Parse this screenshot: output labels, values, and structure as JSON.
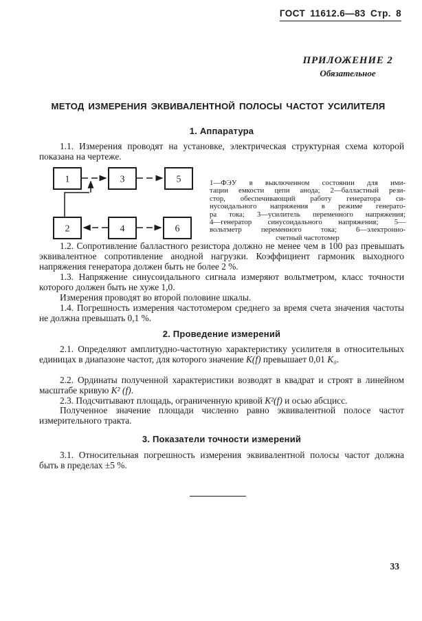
{
  "colors": {
    "ink": "#1b1b1b",
    "paper": "#ffffff"
  },
  "header": {
    "text": "ГОСТ 11612.6—83 Стр. 8"
  },
  "appendix": {
    "line1": "ПРИЛОЖЕНИЕ 2",
    "line2": "Обязательное"
  },
  "title": "МЕТОД ИЗМЕРЕНИЯ ЭКВИВАЛЕНТНОЙ ПОЛОСЫ ЧАСТОТ УСИЛИТЕЛЯ",
  "section1": {
    "heading": "1. Аппаратура",
    "p11": "1.1. Измерения проводят на установке, электрическая структурная схема которой показана на чертеже.",
    "p12": "1.2. Сопротивление балластного резистора должно не менее чем в 100 раз превышать эквивалентное сопротивление анодной нагрузки. Коэффициент гармоник выходного напряжения генератора должен быть не более 2 %.",
    "p13": "1.3. Напряжение синусоидального сигнала измеряют вольтметром, класс точности которого должен быть не хуже 1,0.",
    "p13a": "Измерения проводят во второй половине шкалы.",
    "p14": "1.4. Погрешность измерения частотомером среднего за время счета значения частоты не должна превышать 0,1 %."
  },
  "figure": {
    "boxes": [
      "1",
      "3",
      "5",
      "2",
      "4",
      "6"
    ],
    "legend_lines": [
      "1—ФЭУ в выключенном состоянии для ими-",
      "тации емкости цепи анода; 2—балластный рези-",
      "стор, обеспечивающий работу генератора си-",
      "нусоидального напряжения в режиме генерато-",
      "ра тока; 3—усилитель переменного напряжения;",
      "4—генератор синусоидального напряжения; 5—",
      "вольтметр переменного тока; 6—электронно-",
      "счетный частотомер"
    ]
  },
  "section2": {
    "heading": "2. Проведение измерений",
    "p21_runs": [
      {
        "t": "2.1. Определяют амплитудно-частотную характеристику усилителя в относительных единицах в диапазоне частот, для которого значение "
      },
      {
        "t": "K(f)",
        "i": true
      },
      {
        "t": " превышает 0,01 "
      },
      {
        "t": "K₀",
        "i": true
      },
      {
        "t": "."
      }
    ],
    "p22_runs": [
      {
        "t": "2.2. Ординаты полученной характеристики возводят в квадрат и строят в линейном масштабе кривую "
      },
      {
        "t": "K² (f)",
        "i": true
      },
      {
        "t": "."
      }
    ],
    "p23_runs": [
      {
        "t": "2.3. Подсчитывают площадь, ограниченную кривой "
      },
      {
        "t": "K²(f)",
        "i": true
      },
      {
        "t": " и осью абсцисс."
      }
    ],
    "p23a": "Полученное значение площади численно равно эквивалентной полосе частот измерительного тракта."
  },
  "section3": {
    "heading": "3. Показатели точности измерений",
    "p31": "3.1. Относительная погрешность измерения эквивалентной полосы частот должна быть в пределах ±5 %."
  },
  "footer": {
    "page_number": "33"
  }
}
